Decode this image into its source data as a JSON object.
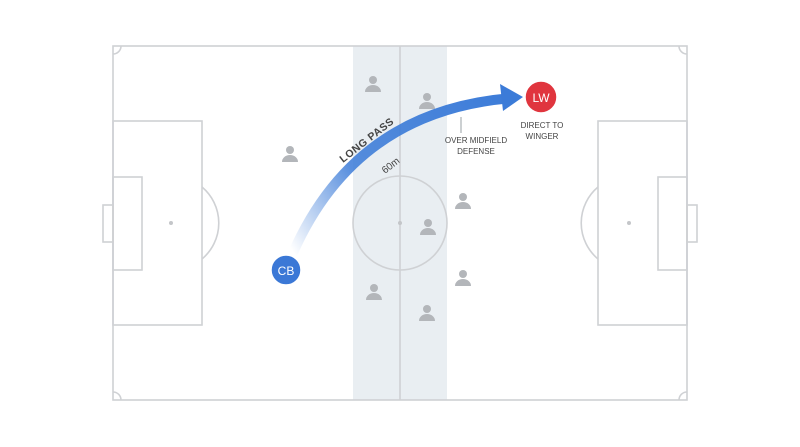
{
  "diagram": {
    "pass_label": "LONG PASS",
    "distance_label": "60m",
    "annotation_line1": "OVER MIDFIELD",
    "annotation_line2": "DEFENSE",
    "target_note_line1": "DIRECT TO",
    "target_note_line2": "WINGER"
  },
  "players": {
    "passer": {
      "label": "CB",
      "color": "#3b78d6"
    },
    "receiver": {
      "label": "LW",
      "color": "#e0353e"
    }
  },
  "colors": {
    "arrow": "#3b7bd8",
    "defender_icons": "#b3b6ba",
    "midfield_band": "#e9eef2",
    "pitch_lines": "#cfd1d4"
  }
}
